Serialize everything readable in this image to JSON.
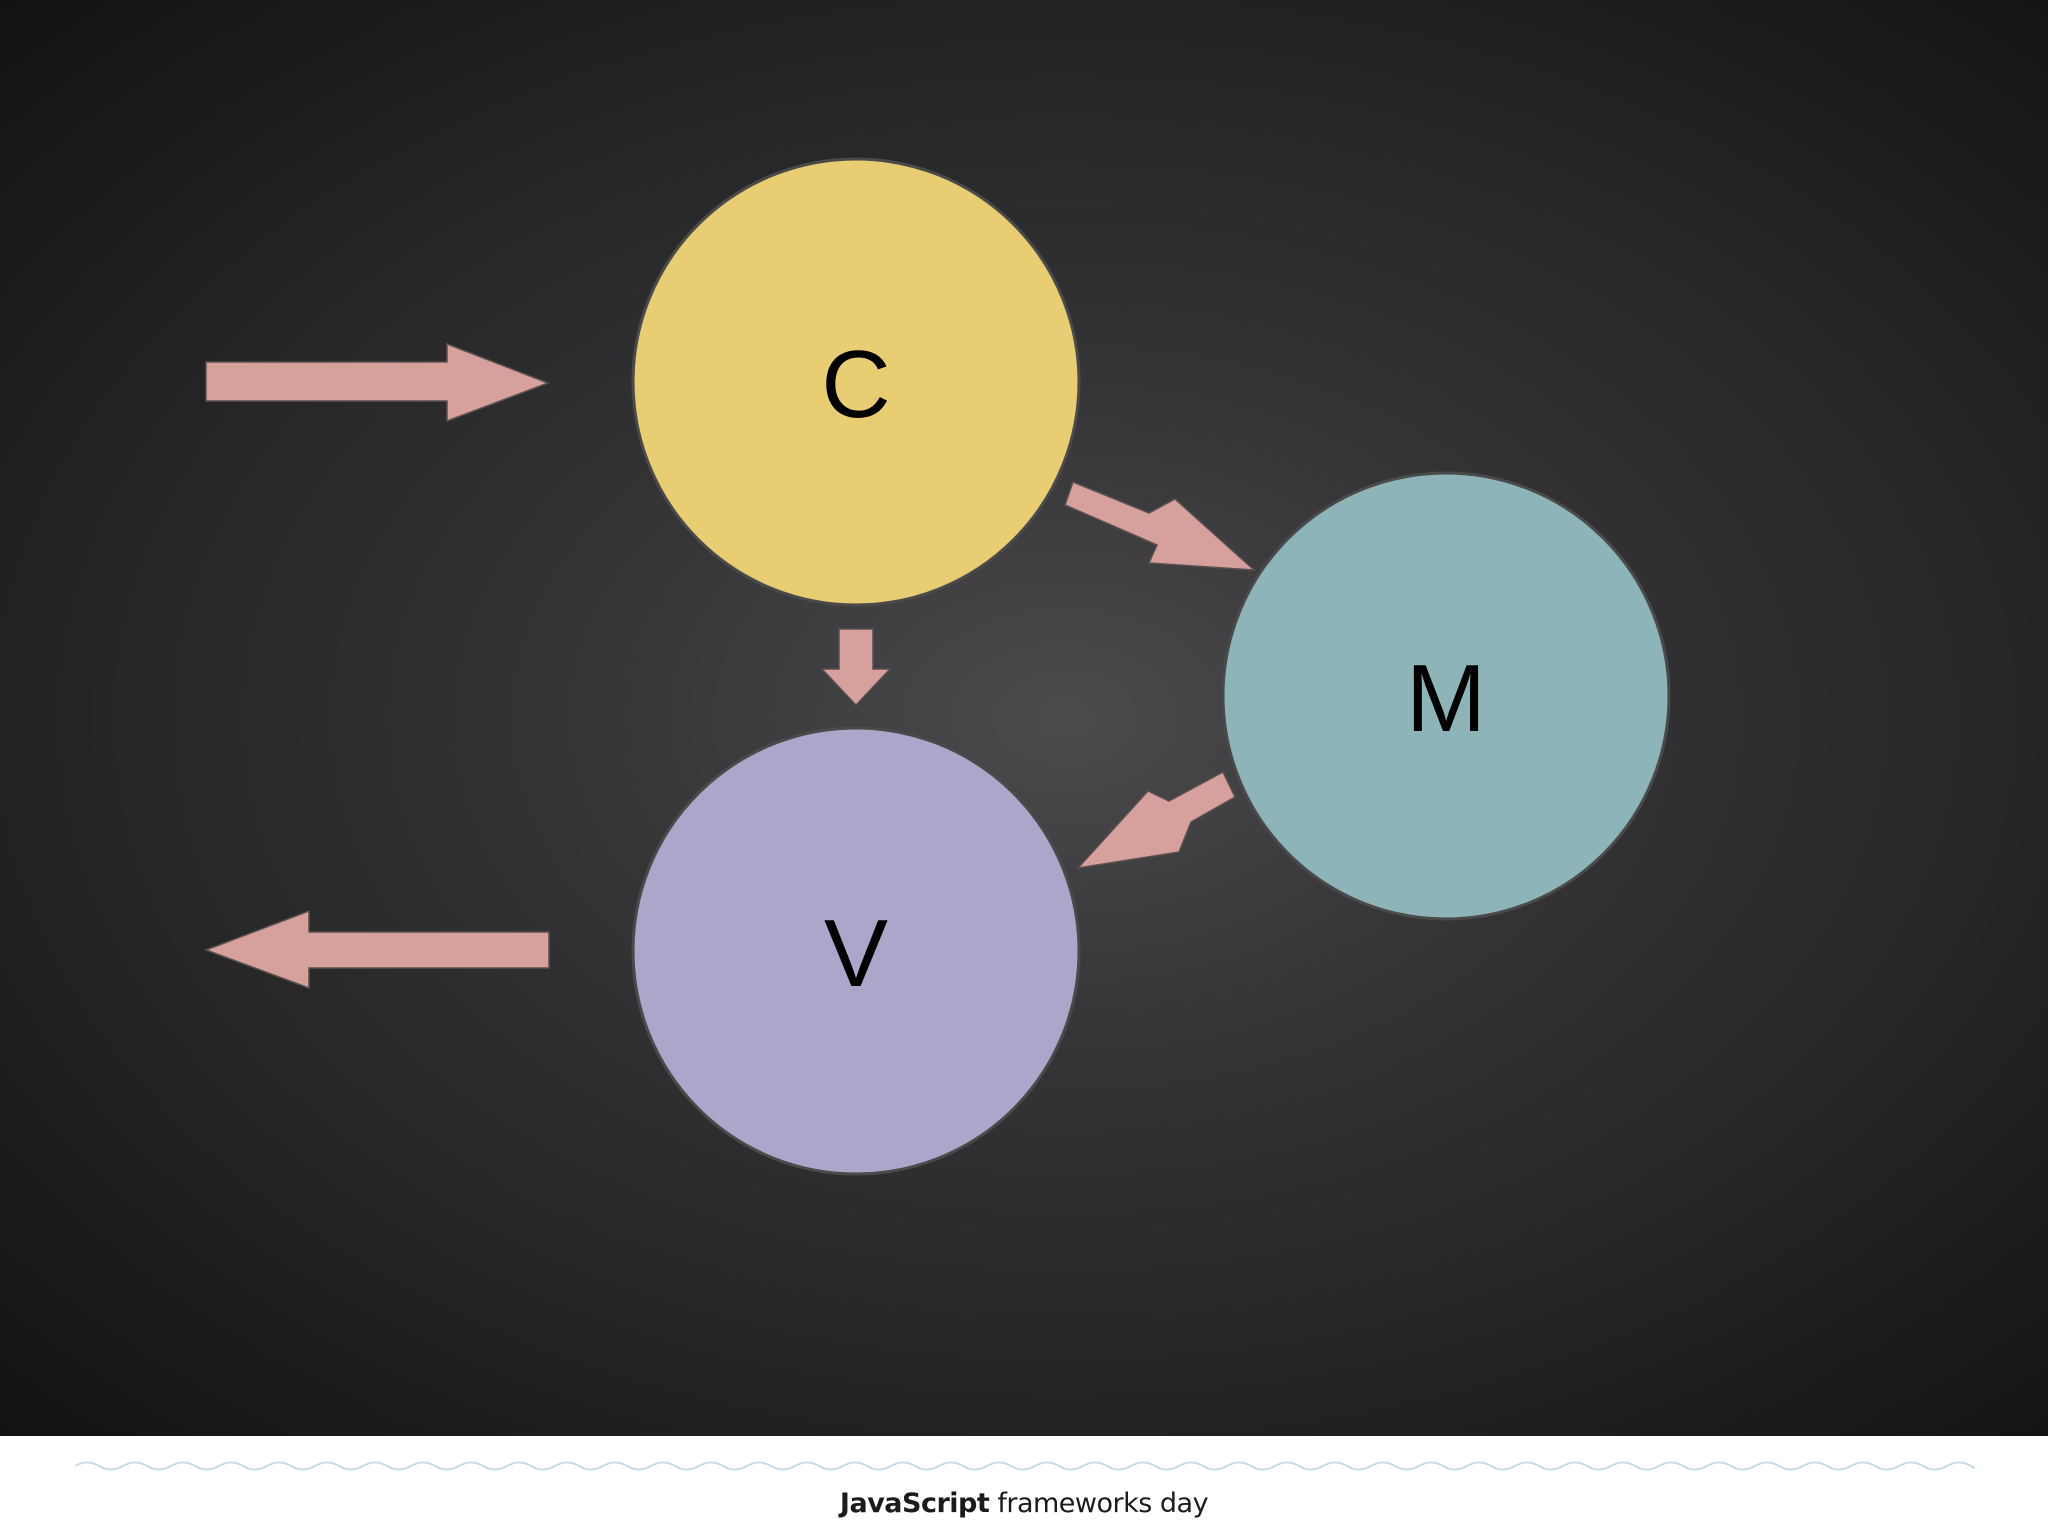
{
  "diagram": {
    "nodes": [
      {
        "id": "C",
        "label": "C",
        "color": "#e9cd72"
      },
      {
        "id": "M",
        "label": "M",
        "color": "#8db5b9"
      },
      {
        "id": "V",
        "label": "V",
        "color": "#ada6cb"
      }
    ],
    "edges": [
      {
        "from": "input",
        "to": "C"
      },
      {
        "from": "C",
        "to": "M"
      },
      {
        "from": "C",
        "to": "V"
      },
      {
        "from": "M",
        "to": "V"
      },
      {
        "from": "V",
        "to": "output"
      }
    ],
    "arrow_color": "#d6a19c",
    "node_stroke_color": "#4a4a4a"
  },
  "footer": {
    "brand_bold": "JavaScript",
    "brand_rest": "frameworks day",
    "wave_color": "#c9dce8"
  }
}
